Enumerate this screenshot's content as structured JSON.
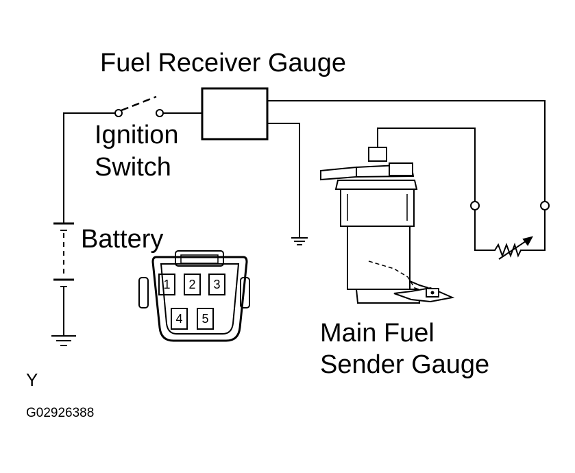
{
  "labels": {
    "fuel_receiver_gauge": "Fuel Receiver Gauge",
    "ignition_line1": "Ignition",
    "ignition_line2": "Switch",
    "battery": "Battery",
    "sender_line1": "Main Fuel",
    "sender_line2": "Sender Gauge",
    "view_letter": "Y",
    "figure_code": "G02926388"
  },
  "connector_pins": [
    "1",
    "2",
    "3",
    "4",
    "5"
  ],
  "colors": {
    "line": "#000000",
    "background": "#ffffff"
  }
}
